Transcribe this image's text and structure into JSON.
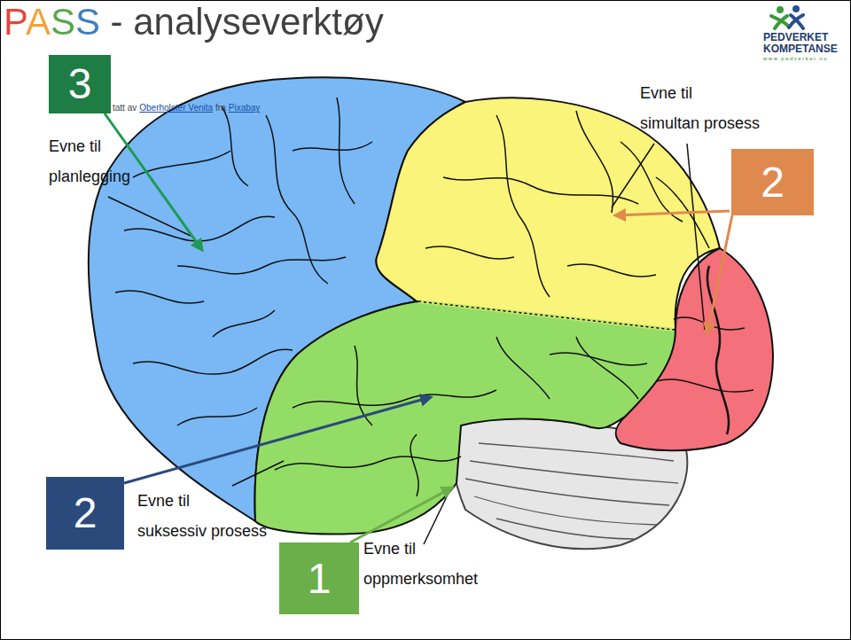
{
  "diagram": {
    "title": "PASS - analyseverktøy",
    "nodes": [
      {
        "text": [
          "3"
        ]
      },
      {
        "text": [
          "2"
        ]
      },
      {
        "text": [
          "2"
        ]
      },
      {
        "text": [
          "1"
        ]
      }
    ],
    "labels": [
      "PEDVERKET",
      "KOMPETANSE",
      "www.pedverket.no",
      "tatt av",
      "Oberholster Venita",
      "fra",
      "Pixabay",
      "Evne til planlegging",
      "Evne til simultan prosess",
      "Evne til suksessiv prosess",
      "Evne til oppmerksomhet"
    ]
  }
}
